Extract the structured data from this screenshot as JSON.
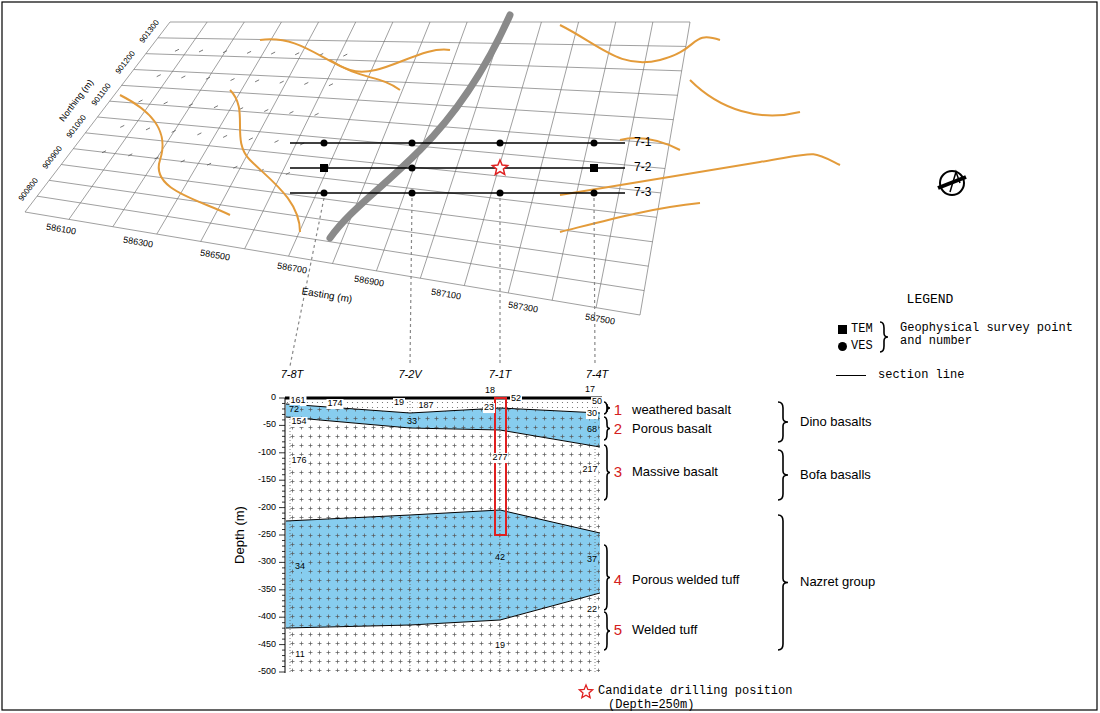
{
  "diagram": {
    "labels": [
      "LEGEND",
      "Geophysical survey point and number",
      "7-1",
      "7-2",
      "7-3",
      "Easting (m)",
      "586100",
      "586300",
      "586500",
      "586700",
      "586900",
      "587100",
      "587300",
      "587500",
      "900800",
      "900900",
      "901000",
      "901100",
      "901200",
      "901300",
      "Northing (m)",
      "7-8T",
      "7-2V",
      "7-1T",
      "7-4T",
      "Depth (m)",
      "0",
      "-50",
      "-100",
      "-150",
      "-200",
      "-250",
      "-300",
      "-350",
      "-400",
      "-450",
      "-500",
      "1",
      "2",
      "3",
      "4",
      "5",
      "weathered basalt",
      "Porous basalt",
      "Massive basalt",
      "Porous welded tuff",
      "Welded tuff",
      "Dino basalts",
      "Bofa basalls",
      "Nazret group",
      "Candidate drilling position",
      "(Depth=250m)",
      "18",
      "52",
      "17",
      "161",
      "174",
      "19",
      "187",
      "50",
      "72",
      "23",
      "30",
      "154",
      "33",
      "68",
      "176",
      "277",
      "217",
      "34",
      "42",
      "37",
      "22",
      "19",
      "11"
    ],
    "legend": [
      {
        "text": "TEM"
      },
      {
        "text": "VES"
      },
      {
        "text": "section line"
      }
    ]
  }
}
